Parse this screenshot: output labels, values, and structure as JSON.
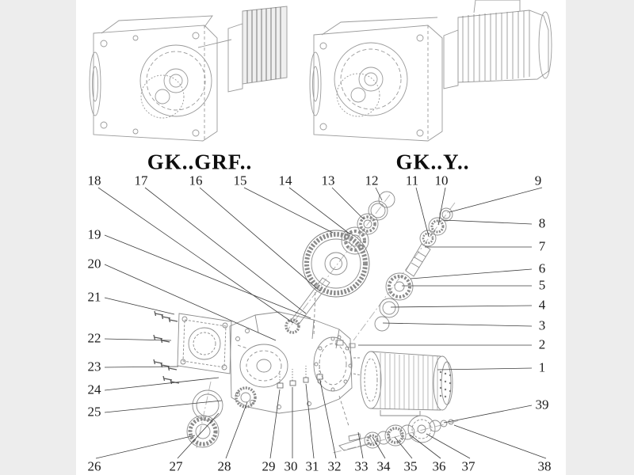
{
  "header": {
    "left_variant_label": "GK..GRF..",
    "right_variant_label": "GK..Y.."
  },
  "colors": {
    "background": "#ffffff",
    "margin": "#ededed",
    "ink": "#1b1b1b",
    "drawing_line": "#8f8f8f",
    "leader_line": "#3c3c3c"
  },
  "diagram": {
    "callouts": {
      "top": [
        "18",
        "17",
        "16",
        "15",
        "14",
        "13",
        "12",
        "11",
        "10",
        "9"
      ],
      "left": [
        "19",
        "20",
        "21",
        "22",
        "23",
        "24",
        "25"
      ],
      "right": [
        "8",
        "7",
        "6",
        "5",
        "4",
        "3",
        "2",
        "1",
        "39"
      ],
      "bottom": [
        "26",
        "27",
        "28",
        "29",
        "30",
        "31",
        "32",
        "33",
        "34",
        "35",
        "36",
        "37",
        "38"
      ]
    }
  }
}
